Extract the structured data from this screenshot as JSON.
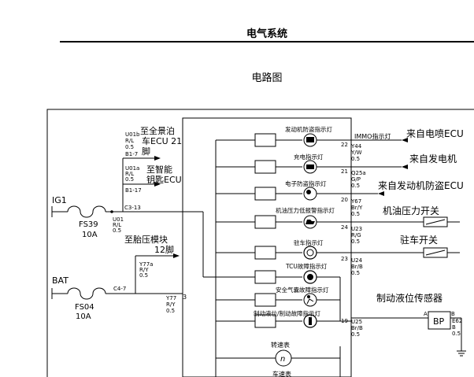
{
  "header": {
    "title": "电气系统",
    "subtitle": "电路图"
  },
  "left": {
    "ig1": "IG1",
    "fs39_name": "FS39",
    "fs39_amp": "10A",
    "bat": "BAT",
    "fs04_name": "FS04",
    "fs04_amp": "10A",
    "pano_line1": "至全景泊",
    "pano_line2": "车ECU 21",
    "pano_line3": "脚",
    "key_line1": "至智能",
    "key_line2": "钥匙ECU",
    "tpms_line1": "至胎压模块",
    "tpms_line2": "12脚",
    "w_u01b": [
      "U01b",
      "R/L",
      "0.5"
    ],
    "conn_b17a": "B1-7",
    "w_u01a": [
      "U01a",
      "R/L",
      "0.5"
    ],
    "conn_b117": "B1-17",
    "conn_c313": "C3-13",
    "w_u01": [
      "U01",
      "R/L",
      "0.5"
    ],
    "w_y77a": [
      "Y77a",
      "R/Y",
      "0.5"
    ],
    "conn_c47": "C4-7",
    "w_y77": [
      "Y77",
      "R/Y",
      "0.5"
    ],
    "pin_y77": "3"
  },
  "cluster": {
    "lamps": [
      "发动机防盗指示灯",
      "充电指示灯",
      "电子防盗指示灯",
      "机油压力低报警指示灯",
      "驻车指示灯",
      "TCU故障指示灯",
      "安全气囊故障指示灯",
      "制动液位/制动故障指示灯"
    ],
    "tach": "转速表",
    "tach_symbol": "n",
    "speedo": "车速表"
  },
  "right": {
    "immo_label": "IMMO指示灯",
    "from_efi": "来自电喷ECU",
    "from_gen": "来自发电机",
    "from_immo_ecu": "来自发动机防盗ECU",
    "oil_switch": "机油压力开关",
    "park_switch": "驻车开关",
    "brake_sensor": "制动液位传感器",
    "bp": "BP",
    "bp_pin_a": "A",
    "bp_pin_b": "B",
    "pins": [
      "22",
      "21",
      "20",
      "24",
      "23",
      "19"
    ],
    "w_y44": [
      "Y44",
      "Y/W",
      "0.5"
    ],
    "w_q25a": [
      "Q25a",
      "G/P",
      "0.5"
    ],
    "w_y67": [
      "Y67",
      "Br/Y",
      "0.5"
    ],
    "w_u23": [
      "U23",
      "R/G",
      "0.5"
    ],
    "w_u24": [
      "U24",
      "Br/B",
      "0.5"
    ],
    "w_u25": [
      "U25",
      "Br/B",
      "0.5"
    ],
    "w_e62": [
      "E62",
      "B",
      "0.5"
    ]
  }
}
